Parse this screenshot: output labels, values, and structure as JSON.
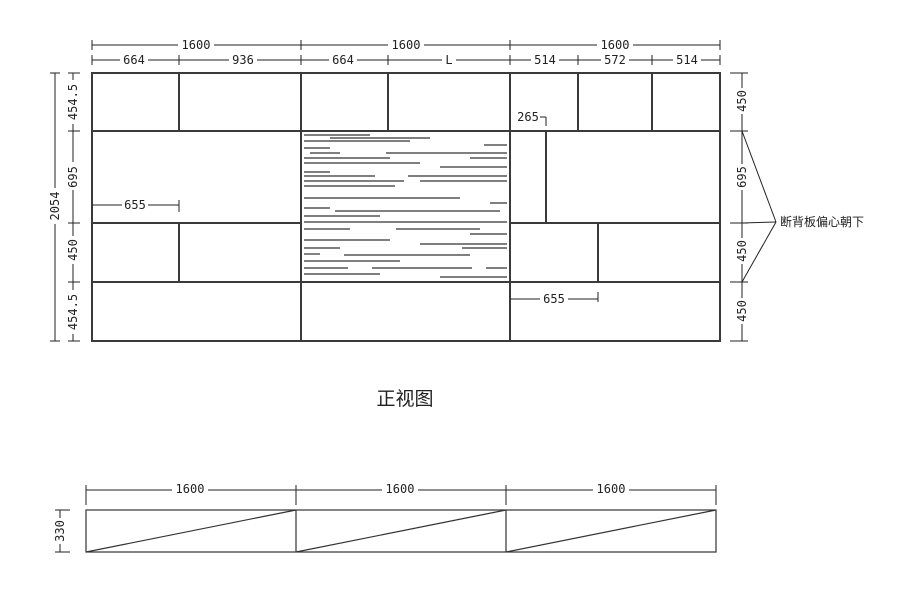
{
  "front_view": {
    "title": "正视图",
    "top_overall": [
      "1600",
      "1600",
      "1600"
    ],
    "top_sub": [
      "664",
      "936",
      "664",
      "L",
      "514",
      "572",
      "514"
    ],
    "left_total": "2054",
    "left_rows": [
      "454.5",
      "695",
      "450",
      "454.5"
    ],
    "right_rows": [
      "450",
      "695",
      "450",
      "450"
    ],
    "inner_labels": {
      "d655_left": "655",
      "d265": "265",
      "d655_right": "655"
    },
    "note": "断背板偏心朝下"
  },
  "plan_view": {
    "top_overall": [
      "1600",
      "1600",
      "1600"
    ],
    "depth": "330"
  }
}
